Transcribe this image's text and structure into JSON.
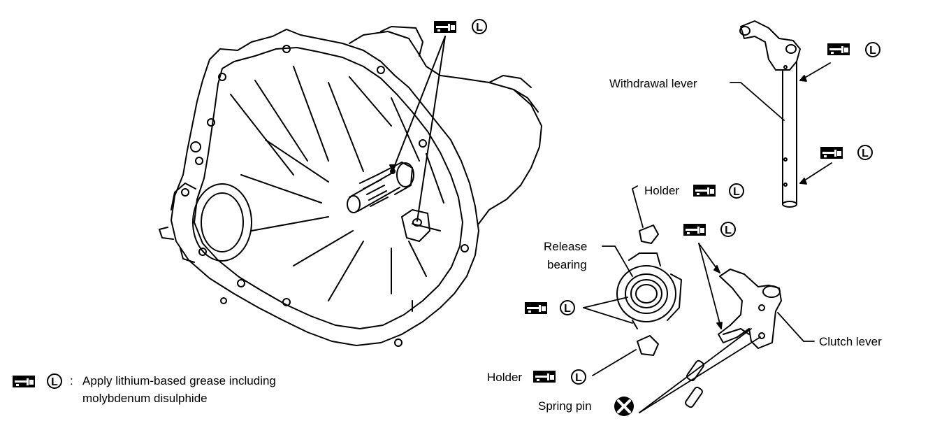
{
  "symbols": {
    "grease_icon": "grease-gun-icon",
    "lube_letter": "L",
    "spring_pin_icon": "x-in-circle-icon"
  },
  "labels": {
    "withdrawal_lever": "Withdrawal lever",
    "holder_top": "Holder",
    "release_bearing_line1": "Release",
    "release_bearing_line2": "bearing",
    "holder_bottom": "Holder",
    "clutch_lever": "Clutch lever",
    "spring_pin": "Spring pin"
  },
  "legend": {
    "separator": ":",
    "line1": "Apply lithium-based grease including",
    "line2": "molybdenum disulphide"
  }
}
